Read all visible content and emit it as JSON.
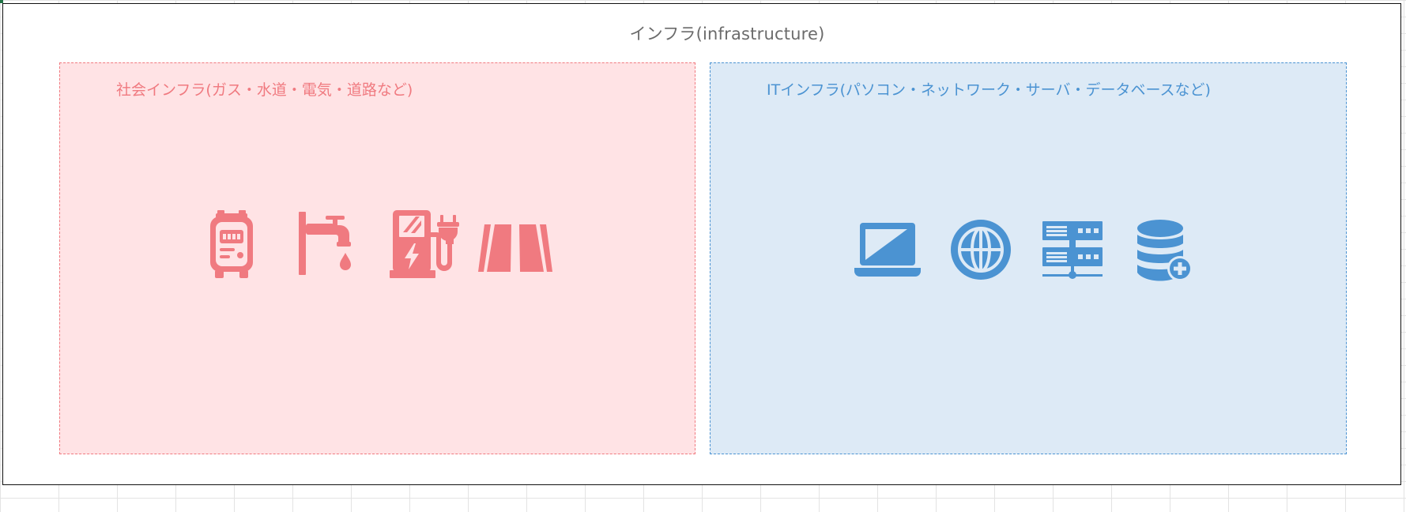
{
  "diagram": {
    "title": "インフラ(infrastructure)",
    "panels": [
      {
        "id": "social",
        "title": "社会インフラ(ガス・水道・電気・道路など)",
        "color": "#f07a80",
        "background": "#ffe3e5",
        "icons": [
          "gas-meter-icon",
          "water-faucet-icon",
          "ev-charging-station-icon",
          "road-icon"
        ]
      },
      {
        "id": "it",
        "title": "ITインフラ(パソコン・ネットワーク・サーバ・データベースなど)",
        "color": "#4b93d2",
        "background": "#ddeaf6",
        "icons": [
          "laptop-icon",
          "globe-network-icon",
          "server-icon",
          "database-add-icon"
        ]
      }
    ]
  }
}
